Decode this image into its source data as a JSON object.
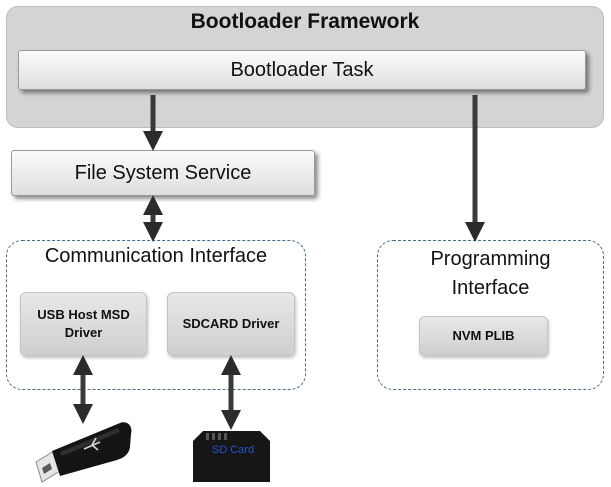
{
  "framework": {
    "title": "Bootloader Framework"
  },
  "task": {
    "label": "Bootloader Task"
  },
  "file_system": {
    "label": "File System Service"
  },
  "communication": {
    "title": "Communication Interface",
    "usb_driver": {
      "line1": "USB Host MSD",
      "line2": "Driver"
    },
    "sdcard_driver": {
      "label": "SDCARD Driver"
    }
  },
  "programming": {
    "title_line1": "Programming",
    "title_line2": "Interface",
    "nvm": {
      "label": "NVM PLIB"
    }
  },
  "devices": {
    "usb_stick": {
      "icon": "usb-flash-drive-icon"
    },
    "sd_card": {
      "icon": "sd-card-icon",
      "label": "SD Card"
    }
  }
}
